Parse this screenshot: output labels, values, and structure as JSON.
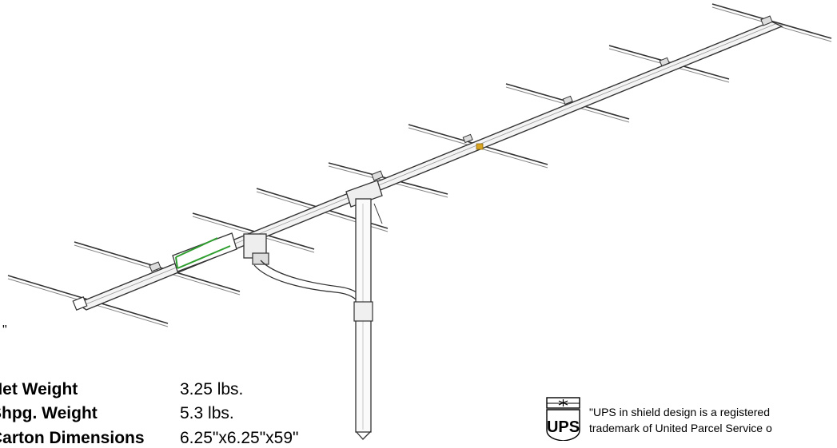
{
  "stray_quote": "\"",
  "specs": [
    {
      "label": "Net Weight",
      "value": "3.25 lbs."
    },
    {
      "label": "Shpg. Weight",
      "value": "5.3 lbs."
    },
    {
      "label": "Carton Dimensions",
      "value": "6.25\"x6.25\"x59\""
    }
  ],
  "ups": {
    "logo_text": "UPS",
    "note_line1": "\"UPS in shield design is a registered",
    "note_line2": "trademark of United Parcel Service o"
  },
  "colors": {
    "line": "#333333",
    "fill": "#f4f4f4",
    "accent_green": "#2e9e2e",
    "accent_yellow": "#d9a520"
  }
}
